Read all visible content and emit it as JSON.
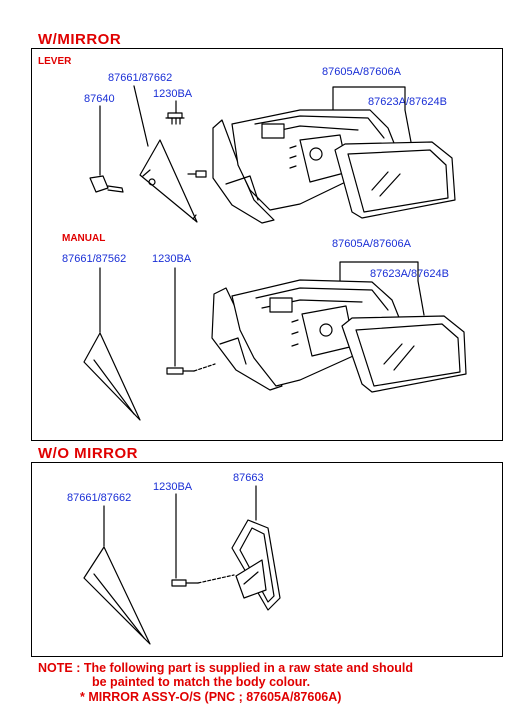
{
  "sections": {
    "with_mirror": {
      "title": "W/MIRROR",
      "lever": {
        "title": "LEVER",
        "labels": {
          "cover": "87661/87662",
          "lever_knob": "87640",
          "screw": "1230BA",
          "mirror_assy": "87605A/87606A",
          "mirror_glass": "87623A/87624B"
        }
      },
      "manual": {
        "title": "MANUAL",
        "labels": {
          "cover": "87661/87562",
          "screw": "1230BA",
          "mirror_assy": "87605A/87606A",
          "mirror_glass": "87623A/87624B"
        }
      }
    },
    "without_mirror": {
      "title": "W/O MIRROR",
      "labels": {
        "cover": "87661/87662",
        "screw": "1230BA",
        "bracket": "87663"
      }
    }
  },
  "note": {
    "line1": "NOTE : The following part is supplied in a raw state and should",
    "line2": "be painted to match the body colour.",
    "line3": "* MIRROR ASSY-O/S (PNC ; 87605A/87606A)"
  },
  "colors": {
    "title_red": "#e00000",
    "part_blue": "#1a2fd6",
    "line": "#000000"
  }
}
